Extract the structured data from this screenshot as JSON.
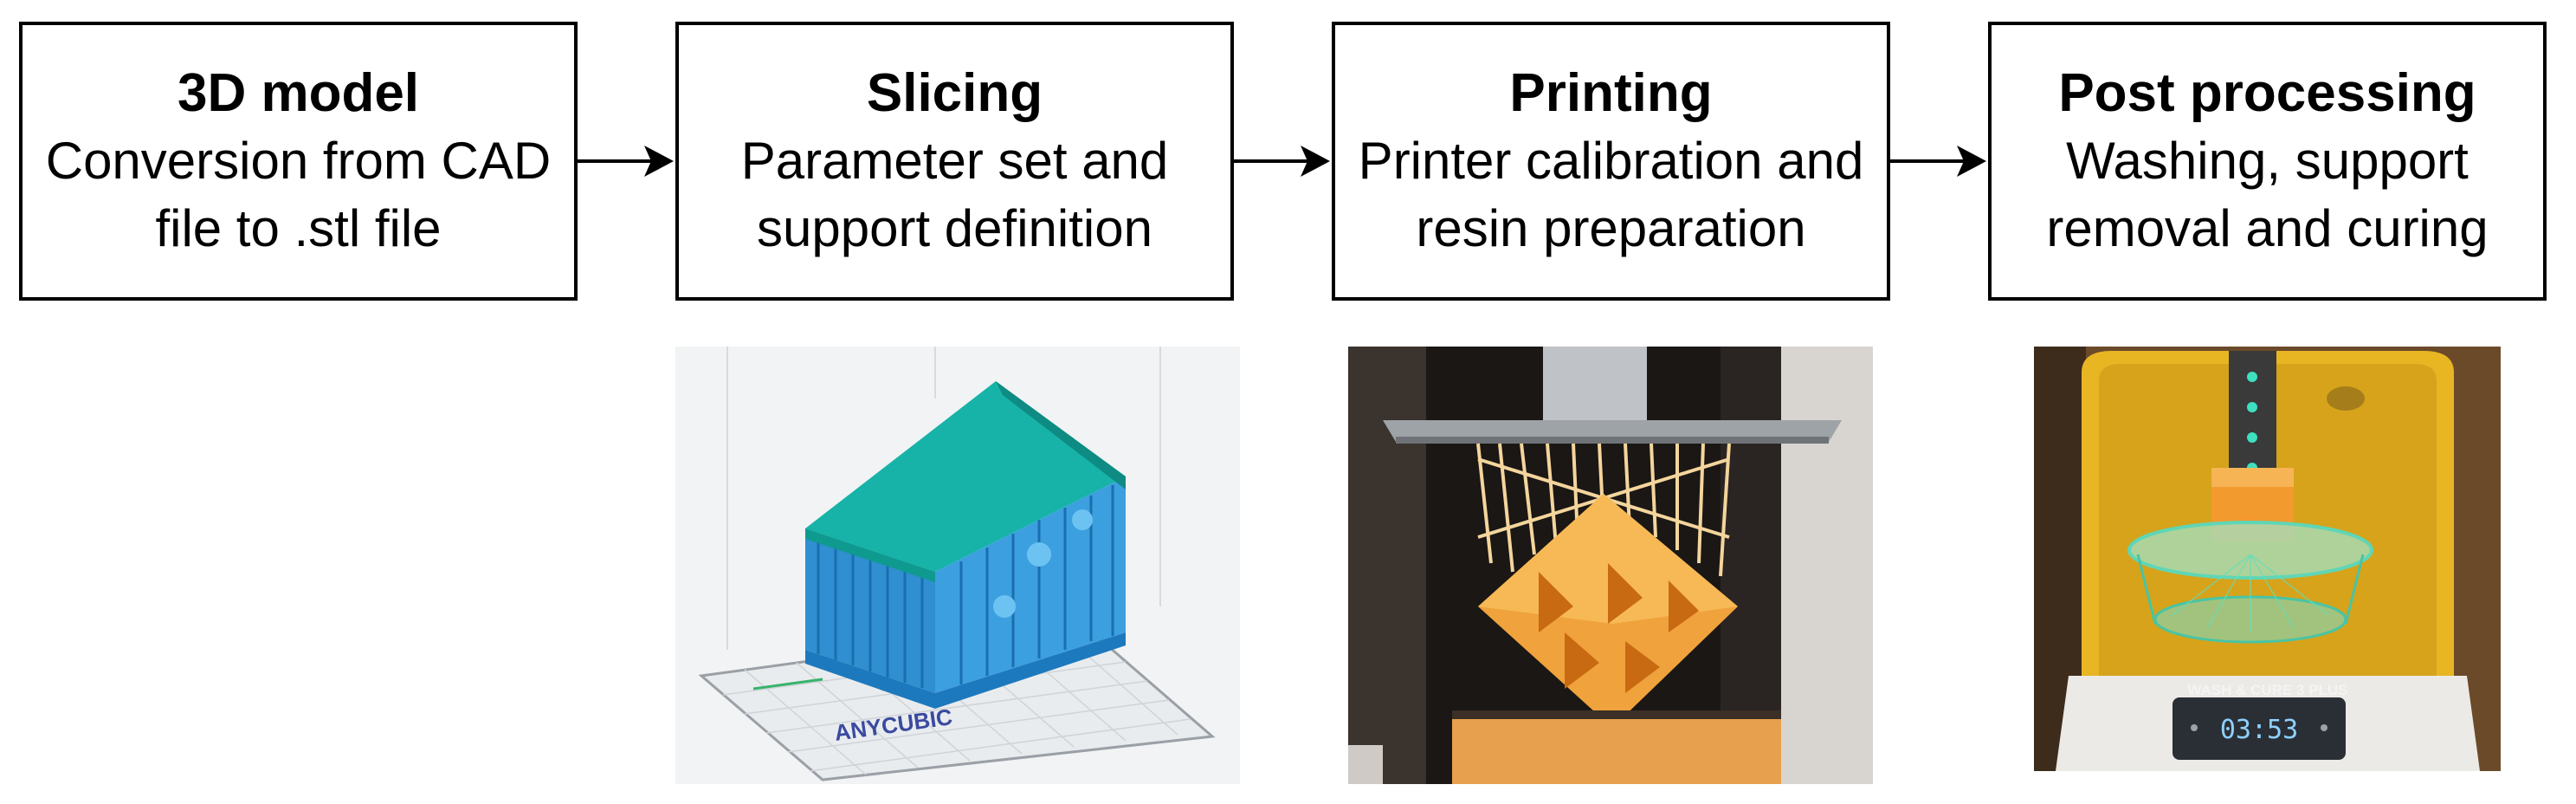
{
  "steps": [
    {
      "title": "3D model",
      "line1": "Conversion from CAD",
      "line2": "file to .stl file"
    },
    {
      "title": "Slicing",
      "line1": "Parameter set and",
      "line2": "support definition"
    },
    {
      "title": "Printing",
      "line1": "Printer calibration and",
      "line2": "resin preparation"
    },
    {
      "title": "Post processing",
      "line1": "Washing, support",
      "line2": "removal and curing"
    }
  ],
  "images": {
    "slicing": {
      "brand_text": "ANYCUBIC"
    },
    "post_processing": {
      "device_label": "WASH & CURE 3 PLUS",
      "timer_display": "03:53"
    }
  }
}
